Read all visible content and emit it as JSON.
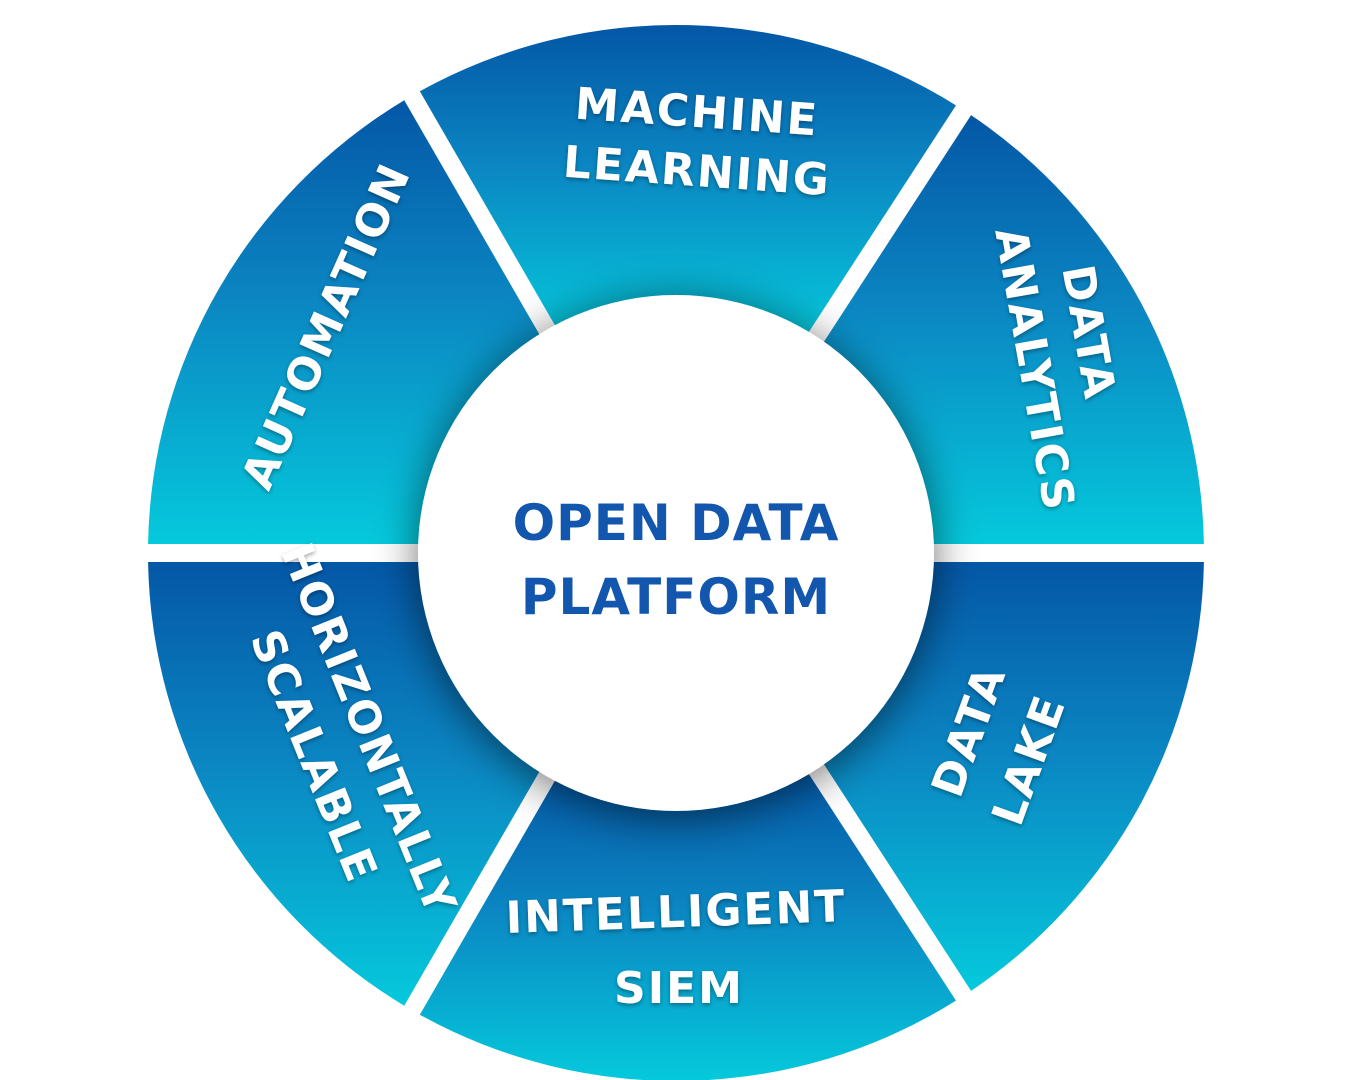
{
  "center": {
    "lines": [
      "OPEN DATA",
      "PLATFORM"
    ]
  },
  "segments": [
    {
      "id": "machine-learning",
      "lines": [
        "MACHINE",
        "LEARNING"
      ]
    },
    {
      "id": "data-analytics",
      "lines": [
        "DATA",
        "ANALYTICS"
      ]
    },
    {
      "id": "data-lake",
      "lines": [
        "DATA",
        "LAKE"
      ]
    },
    {
      "id": "intelligent-siem",
      "lines": [
        "INTELLIGENT",
        "SIEM"
      ]
    },
    {
      "id": "horizontally-scalable",
      "lines": [
        "HORIZONTALLY",
        "SCALABLE"
      ]
    },
    {
      "id": "automation",
      "lines": [
        "AUTOMATION"
      ]
    }
  ],
  "colors": {
    "ring_dark": "#0457a6",
    "ring_mid": "#0b86c2",
    "ring_light": "#05c9dc",
    "center_text": "#1356ad",
    "center_fill": "#ffffff",
    "background": "#ffffff"
  }
}
